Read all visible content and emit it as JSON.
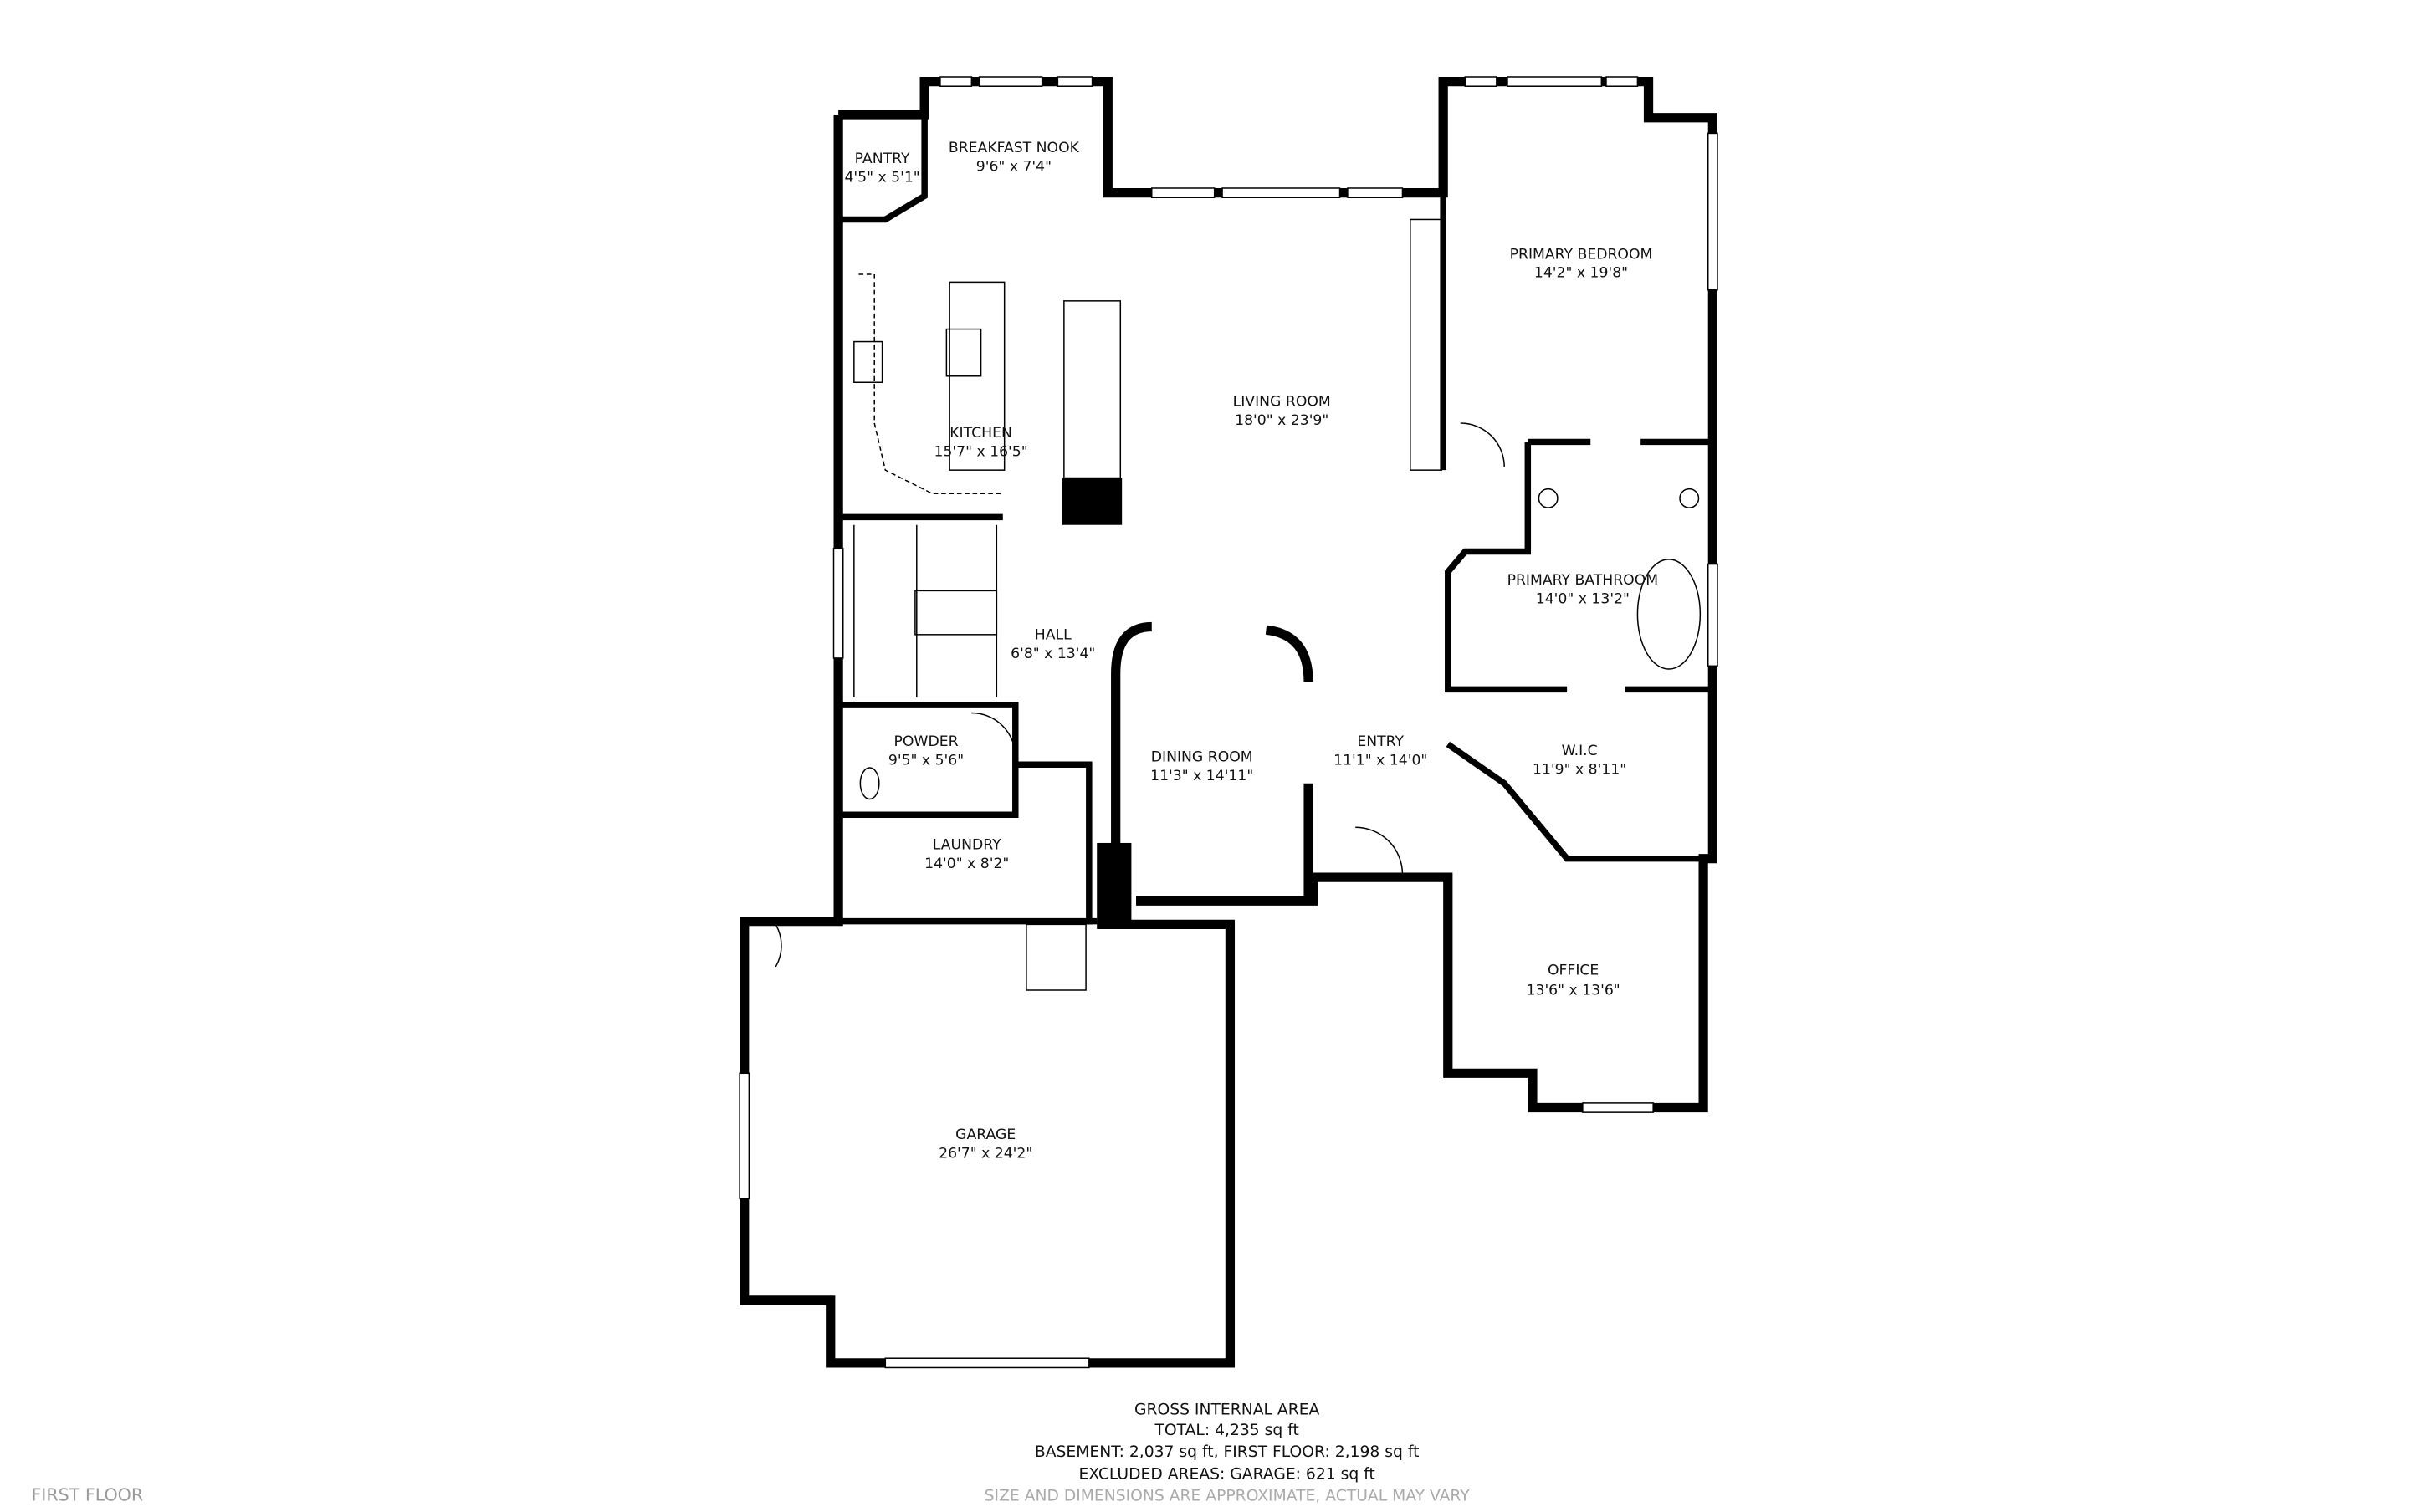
{
  "floor_label": "FIRST FLOOR",
  "rooms": [
    {
      "name": "PANTRY",
      "size": "4'5\" x 5'1\""
    },
    {
      "name": "BREAKFAST NOOK",
      "size": "9'6\" x 7'4\""
    },
    {
      "name": "KITCHEN",
      "size": "15'7\" x 16'5\""
    },
    {
      "name": "LIVING ROOM",
      "size": "18'0\" x 23'9\""
    },
    {
      "name": "PRIMARY BEDROOM",
      "size": "14'2\" x 19'8\""
    },
    {
      "name": "PRIMARY BATHROOM",
      "size": "14'0\" x 13'2\""
    },
    {
      "name": "HALL",
      "size": "6'8\" x 13'4\""
    },
    {
      "name": "POWDER",
      "size": "9'5\" x 5'6\""
    },
    {
      "name": "DINING ROOM",
      "size": "11'3\" x 14'11\""
    },
    {
      "name": "ENTRY",
      "size": "11'1\" x 14'0\""
    },
    {
      "name": "W.I.C",
      "size": "11'9\" x 8'11\""
    },
    {
      "name": "LAUNDRY",
      "size": "14'0\" x 8'2\""
    },
    {
      "name": "OFFICE",
      "size": "13'6\" x 13'6\""
    },
    {
      "name": "GARAGE",
      "size": "26'7\" x 24'2\""
    }
  ],
  "area_summary": {
    "title": "GROSS INTERNAL AREA",
    "total": "TOTAL: 4,235 sq ft",
    "breakdown": "BASEMENT: 2,037 sq ft, FIRST FLOOR: 2,198 sq ft",
    "excluded": "EXCLUDED AREAS: GARAGE: 621 sq ft",
    "disclaimer": "SIZE AND DIMENSIONS ARE APPROXIMATE, ACTUAL MAY VARY"
  }
}
